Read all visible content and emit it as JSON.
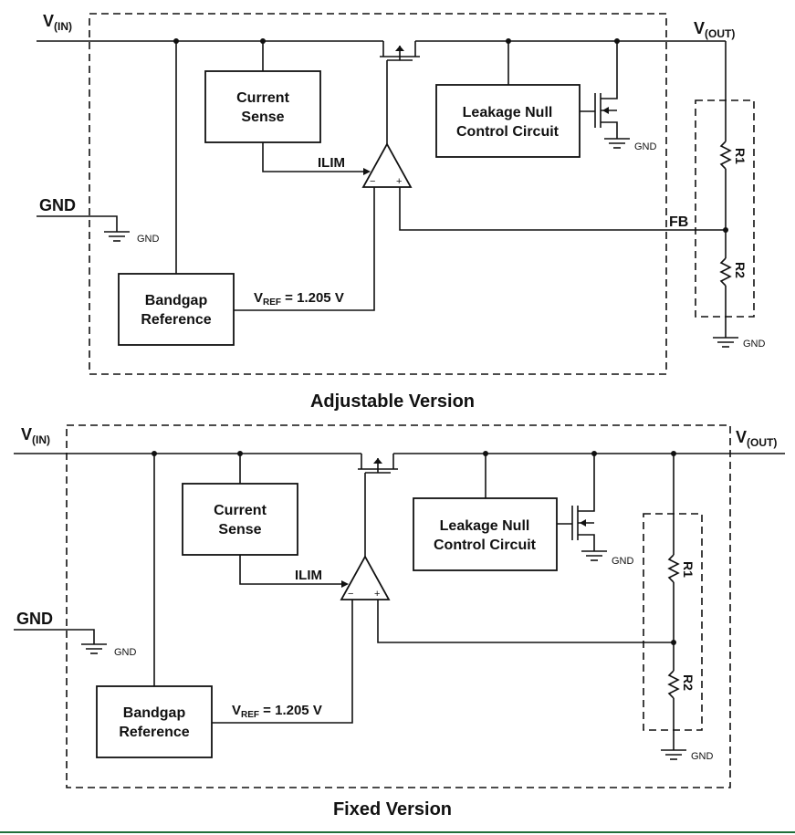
{
  "adjustable": {
    "caption": "Adjustable Version",
    "vin": {
      "main": "V",
      "sub": "(IN)"
    },
    "vout": {
      "main": "V",
      "sub": "(OUT)"
    },
    "gnd_input": "GND",
    "gnd_small": "GND",
    "current_sense": [
      "Current",
      "Sense"
    ],
    "leakage": [
      "Leakage Null",
      "Control Circuit"
    ],
    "bandgap": [
      "Bandgap",
      "Reference"
    ],
    "ilim": "ILIM",
    "vref": {
      "main": "V",
      "sub": "REF",
      "rest": " = 1.205 V"
    },
    "fb": "FB",
    "r1": "R1",
    "r2": "R2",
    "minus": "−",
    "plus": "+"
  },
  "fixed": {
    "caption": "Fixed Version",
    "vin": {
      "main": "V",
      "sub": "(IN)"
    },
    "vout": {
      "main": "V",
      "sub": "(OUT)"
    },
    "gnd_input": "GND",
    "gnd_small": "GND",
    "current_sense": [
      "Current",
      "Sense"
    ],
    "leakage": [
      "Leakage Null",
      "Control Circuit"
    ],
    "bandgap": [
      "Bandgap",
      "Reference"
    ],
    "ilim": "ILIM",
    "vref": {
      "main": "V",
      "sub": "REF",
      "rest": " = 1.205 V"
    },
    "r1": "R1",
    "r2": "R2",
    "minus": "−",
    "plus": "+"
  }
}
